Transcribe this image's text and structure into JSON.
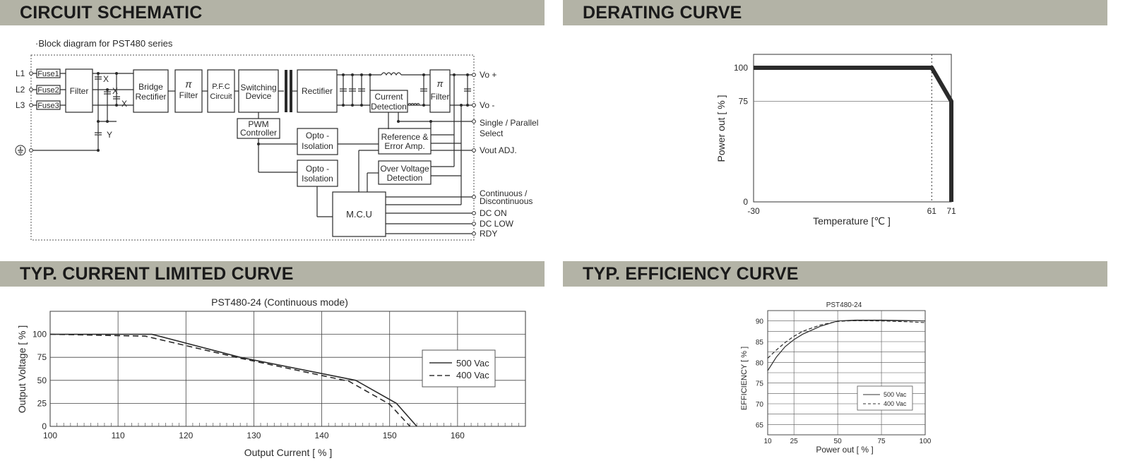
{
  "headers": {
    "circuit": "CIRCUIT SCHEMATIC",
    "derating": "DERATING CURVE",
    "current": "TYP. CURRENT LIMITED CURVE",
    "efficiency": "TYP. EFFICIENCY CURVE"
  },
  "schematic": {
    "caption": "·Block diagram for PST480 series",
    "inputs": [
      "L1",
      "L2",
      "L3"
    ],
    "fuses": [
      "Fuse1",
      "Fuse2",
      "Fuse3"
    ],
    "cap_labels": {
      "x1": "X",
      "x2": "X",
      "x3": "X",
      "y": "Y"
    },
    "blocks": {
      "filter": "Filter",
      "bridge_1": "Bridge",
      "bridge_2": "Rectifier",
      "pi_filter_sym": "π",
      "pi_filter": "Filter",
      "pfc_1": "P.F.C",
      "pfc_2": "Circuit",
      "switch_1": "Switching",
      "switch_2": "Device",
      "rectifier": "Rectifier",
      "pi2_sym": "π",
      "pi2": "Filter",
      "current_1": "Current",
      "current_2": "Detection",
      "pwm_1": "PWM",
      "pwm_2": "Controller",
      "opto1_1": "Opto -",
      "opto1_2": "Isolation",
      "opto2_1": "Opto -",
      "opto2_2": "Isolation",
      "ref_1": "Reference &",
      "ref_2": "Error Amp.",
      "ovp_1": "Over Voltage",
      "ovp_2": "Detection",
      "mcu": "M.C.U"
    },
    "outputs": {
      "vo_plus": "Vo +",
      "vo_minus": "Vo -",
      "single_1": "Single / Parallel",
      "single_2": "Select",
      "vout_adj": "Vout ADJ.",
      "cont_1": "Continuous /",
      "cont_2": "Discontinuous",
      "dc_on": "DC ON",
      "dc_low": "DC LOW",
      "rdy": "RDY"
    }
  },
  "chart_data": [
    {
      "id": "derating",
      "type": "line",
      "title": "",
      "xlabel": "Temperature [℃ ]",
      "ylabel": "Power out [ % ]",
      "xlim": [
        -30,
        71
      ],
      "ylim": [
        0,
        110
      ],
      "xticks": [
        -30,
        61,
        71
      ],
      "yticks": [
        0,
        75,
        100
      ],
      "grid": false,
      "series": [
        {
          "x": [
            -30,
            61,
            71,
            71
          ],
          "y": [
            100,
            100,
            75,
            0
          ]
        }
      ]
    },
    {
      "id": "current_limited",
      "type": "line",
      "title": "PST480-24 (Continuous mode)",
      "xlabel": "Output Current [ % ]",
      "ylabel": "Output Voltage [ % ]",
      "xlim": [
        100,
        170
      ],
      "ylim": [
        0,
        125
      ],
      "xticks": [
        100,
        110,
        120,
        130,
        140,
        150,
        160
      ],
      "yticks": [
        0,
        25,
        50,
        75,
        100
      ],
      "grid": true,
      "legend": "right",
      "series": [
        {
          "name": "500 Vac",
          "style": "solid",
          "x": [
            100,
            115,
            128,
            145,
            151,
            154
          ],
          "y": [
            100,
            100,
            75,
            50,
            25,
            0
          ]
        },
        {
          "name": "400 Vac",
          "style": "dashed",
          "x": [
            100,
            114,
            128,
            144,
            150,
            153
          ],
          "y": [
            100,
            98,
            74,
            49,
            24,
            0
          ]
        }
      ]
    },
    {
      "id": "efficiency",
      "type": "line",
      "title": "PST480-24",
      "xlabel": "Power out [ % ]",
      "ylabel": "EFFICIENCY [ % ]",
      "xlim": [
        10,
        100
      ],
      "ylim": [
        62.5,
        92.5
      ],
      "xticks": [
        10,
        25,
        50,
        75,
        100
      ],
      "yticks": [
        65,
        70,
        75,
        80,
        85,
        90
      ],
      "grid": true,
      "legend": "bottom-right",
      "series": [
        {
          "name": "500 Vac",
          "style": "solid",
          "x": [
            10,
            15,
            20,
            25,
            30,
            40,
            50,
            60,
            75,
            90,
            100
          ],
          "y": [
            78,
            81.3,
            83.8,
            85.5,
            86.8,
            88.7,
            90,
            90.2,
            90.2,
            90.1,
            90
          ]
        },
        {
          "name": "400 Vac",
          "style": "dashed",
          "x": [
            10,
            15,
            20,
            25,
            30,
            40,
            50,
            60,
            75,
            90,
            100
          ],
          "y": [
            81,
            83,
            84.8,
            86.3,
            87.5,
            89,
            89.9,
            90.1,
            90,
            89.8,
            89.6
          ]
        }
      ]
    }
  ]
}
